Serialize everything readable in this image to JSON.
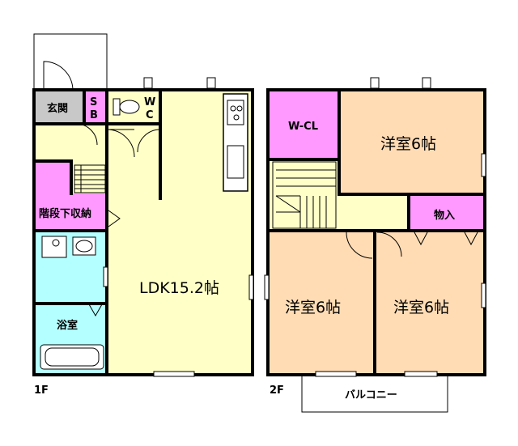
{
  "floor1": {
    "label": "1F",
    "rooms": {
      "entrance": "玄関",
      "shoe_box": "S\nB",
      "toilet": "W\nC",
      "ldk": "LDK15.2帖",
      "under_stairs": "階段下収納",
      "bath": "浴室"
    }
  },
  "floor2": {
    "label": "2F",
    "rooms": {
      "walk_in_closet": "W-CL",
      "western_room_a": "洋室6帖",
      "storage": "物入",
      "western_room_b": "洋室6帖",
      "western_room_c": "洋室6帖"
    },
    "balcony": "バルコニー"
  },
  "colors": {
    "living": "#FFFFC8",
    "bedroom": "#FFDCB4",
    "closet": "#FF99FF",
    "water": "#B4FFFF",
    "entrance": "#C8C8C8",
    "wall": "#000000"
  }
}
